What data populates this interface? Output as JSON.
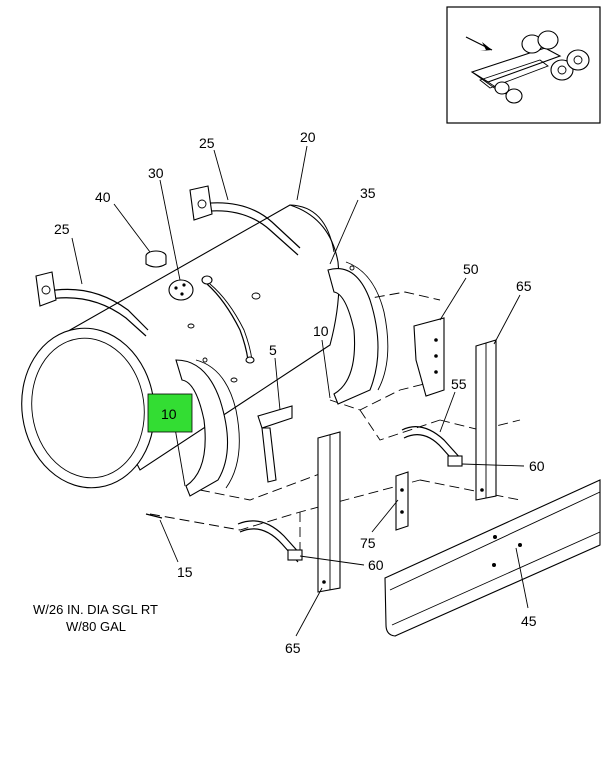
{
  "callouts": {
    "c25a": "25",
    "c25b": "25",
    "c20": "20",
    "c30": "30",
    "c40": "40",
    "c35": "35",
    "c50": "50",
    "c65a": "65",
    "c10a": "10",
    "c10b": "10",
    "c5": "5",
    "c55": "55",
    "c60a": "60",
    "c60b": "60",
    "c75": "75",
    "c15": "15",
    "c65b": "65",
    "c45": "45"
  },
  "note": {
    "line1": "W/26 IN. DIA SGL RT",
    "line2": "W/80 GAL"
  },
  "highlight": {
    "color": "#33dd33"
  }
}
